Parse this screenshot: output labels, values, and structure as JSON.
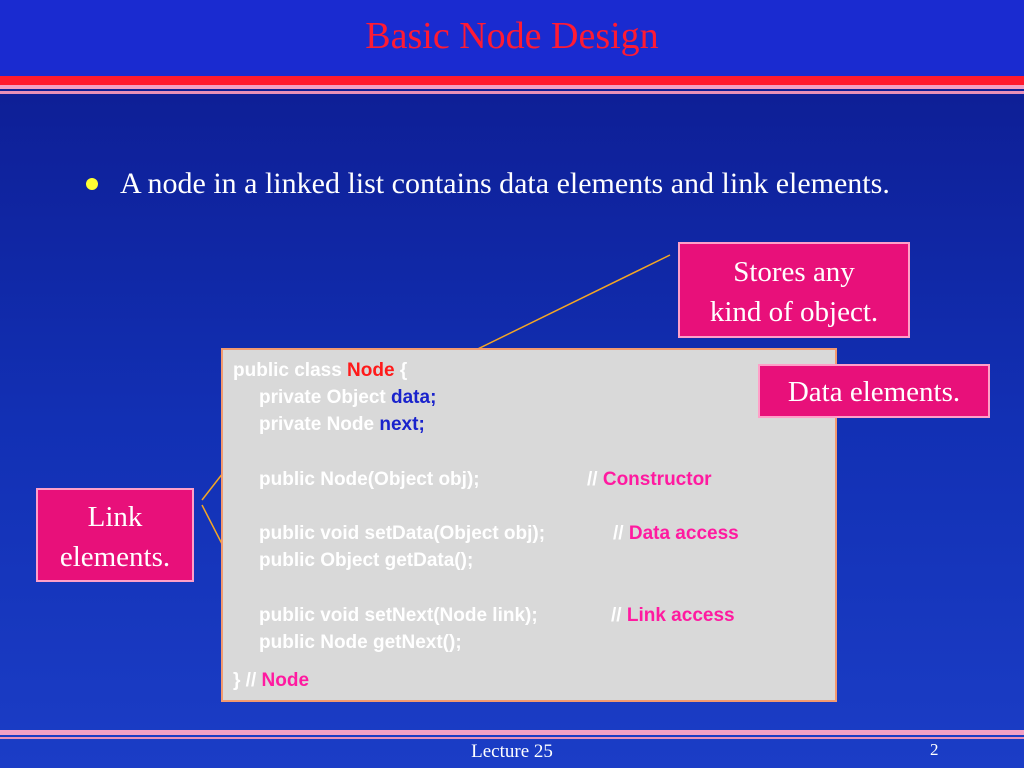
{
  "slide": {
    "title": "Basic Node Design",
    "bullet": "A node in a linked list contains data elements and link elements."
  },
  "callouts": {
    "stores": {
      "line1": "Stores any",
      "line2": "kind of object."
    },
    "data": "Data elements.",
    "link": {
      "line1": "Link",
      "line2": "elements."
    }
  },
  "code": {
    "l1_a": "public class ",
    "l1_b": "Node",
    "l1_c": " {",
    "l2_a": "private Object ",
    "l2_b": "data;",
    "l3_a": "private Node ",
    "l3_b": "next;",
    "l4_a": "public Node(Object obj);",
    "l4_b": "// ",
    "l4_c": "Constructor",
    "l5_a": "public void setData(Object obj);",
    "l5_b": "// ",
    "l5_c": "Data access",
    "l6_a": "public Object getData();",
    "l7_a": "public void setNext(Node link);",
    "l7_b": "// ",
    "l7_c": "Link access",
    "l8_a": "public Node getNext();",
    "l9_a": "} // ",
    "l9_b": "Node"
  },
  "footer": {
    "lecture": "Lecture 25",
    "page": "2"
  },
  "colors": {
    "background": "#1230b4",
    "title": "#ff1a33",
    "callout": "#e8107a",
    "connector": "#f5a623",
    "bullet": "#ffff33"
  }
}
